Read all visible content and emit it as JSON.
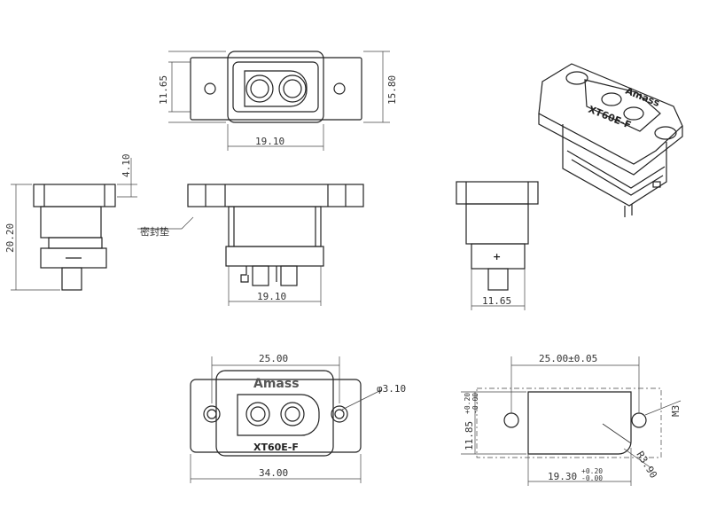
{
  "brand": "Amass",
  "model": "XT60E-F",
  "label_seal": "密封垫",
  "top_view": {
    "dim_width": "19.10",
    "dim_height_inner": "11.65",
    "dim_height_outer": "15.80"
  },
  "side_view_left": {
    "dim_flange": "4.10",
    "dim_height": "20.20"
  },
  "front_view": {
    "dim_width": "19.10"
  },
  "side_view_right": {
    "dim_width": "11.65"
  },
  "bottom_view": {
    "dim_hole_spacing": "25.00",
    "dim_total": "34.00",
    "dim_hole_dia": "φ3.10"
  },
  "cutout_view": {
    "dim_hole_spacing": "25.00±0.05",
    "dim_height": "11.85",
    "tol_height_upper": "+0.20",
    "tol_height_lower": "-0.00",
    "dim_width": "19.30",
    "tol_width_upper": "+0.20",
    "tol_width_lower": "-0.00",
    "dim_thread": "M3",
    "dim_radius": "R3.90"
  }
}
